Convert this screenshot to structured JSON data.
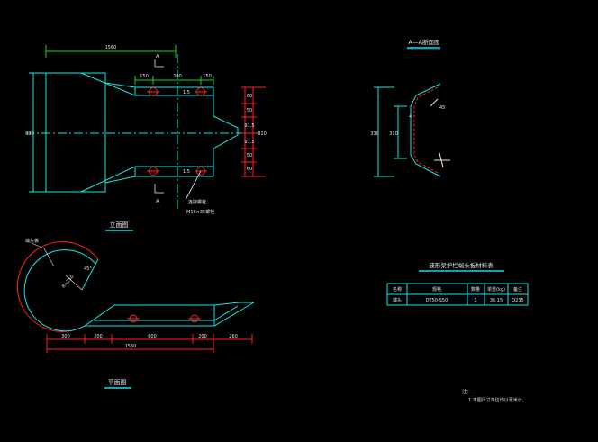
{
  "canvas": {
    "background": "#000000"
  },
  "colors": {
    "outline": "#19e6e6",
    "dimension": "#1ed21e",
    "hole": "#ff2020",
    "label": "#e8e8e8",
    "title_underline": "#21d6e6"
  },
  "views": {
    "front": {
      "title": "立面图",
      "dim_top": "1560",
      "dim_hole_a": "150",
      "dim_hole_b": "200",
      "dim_hole_c": "150",
      "dim_left": "330",
      "dim_right": "310",
      "dim_right_segments": [
        "60",
        "50",
        "91.5",
        "91.5",
        "50",
        "60"
      ],
      "hole_spacing_a": "1.5",
      "hole_spacing_b": "1.5",
      "section_mark_top": "A",
      "section_mark_bottom": "A",
      "leader_label_1": "连接螺栓",
      "leader_label_2": "M16×35螺栓"
    },
    "section": {
      "title": "A—A断面图",
      "dim_outer": "330",
      "dim_inner": "310",
      "dim_thickness": "4",
      "dim_lip": "45"
    },
    "plan": {
      "title": "平面图",
      "label_terminal": "端头板",
      "radius_label": "R=250",
      "angle_label": "45°",
      "dim_total": "1560",
      "dim_segments": [
        "300",
        "200",
        "600",
        "200",
        "260"
      ]
    }
  },
  "material_table": {
    "title": "波形梁护栏端头板材料表",
    "headers": [
      "名称",
      "规格",
      "数量",
      "单重(kg)",
      "备注"
    ],
    "rows": [
      [
        "端头",
        "DT50-S50",
        "1",
        "36.15",
        "Q235"
      ]
    ]
  },
  "notes": {
    "heading": "注：",
    "lines": [
      "1.本图尺寸单位均以毫米计。"
    ]
  }
}
